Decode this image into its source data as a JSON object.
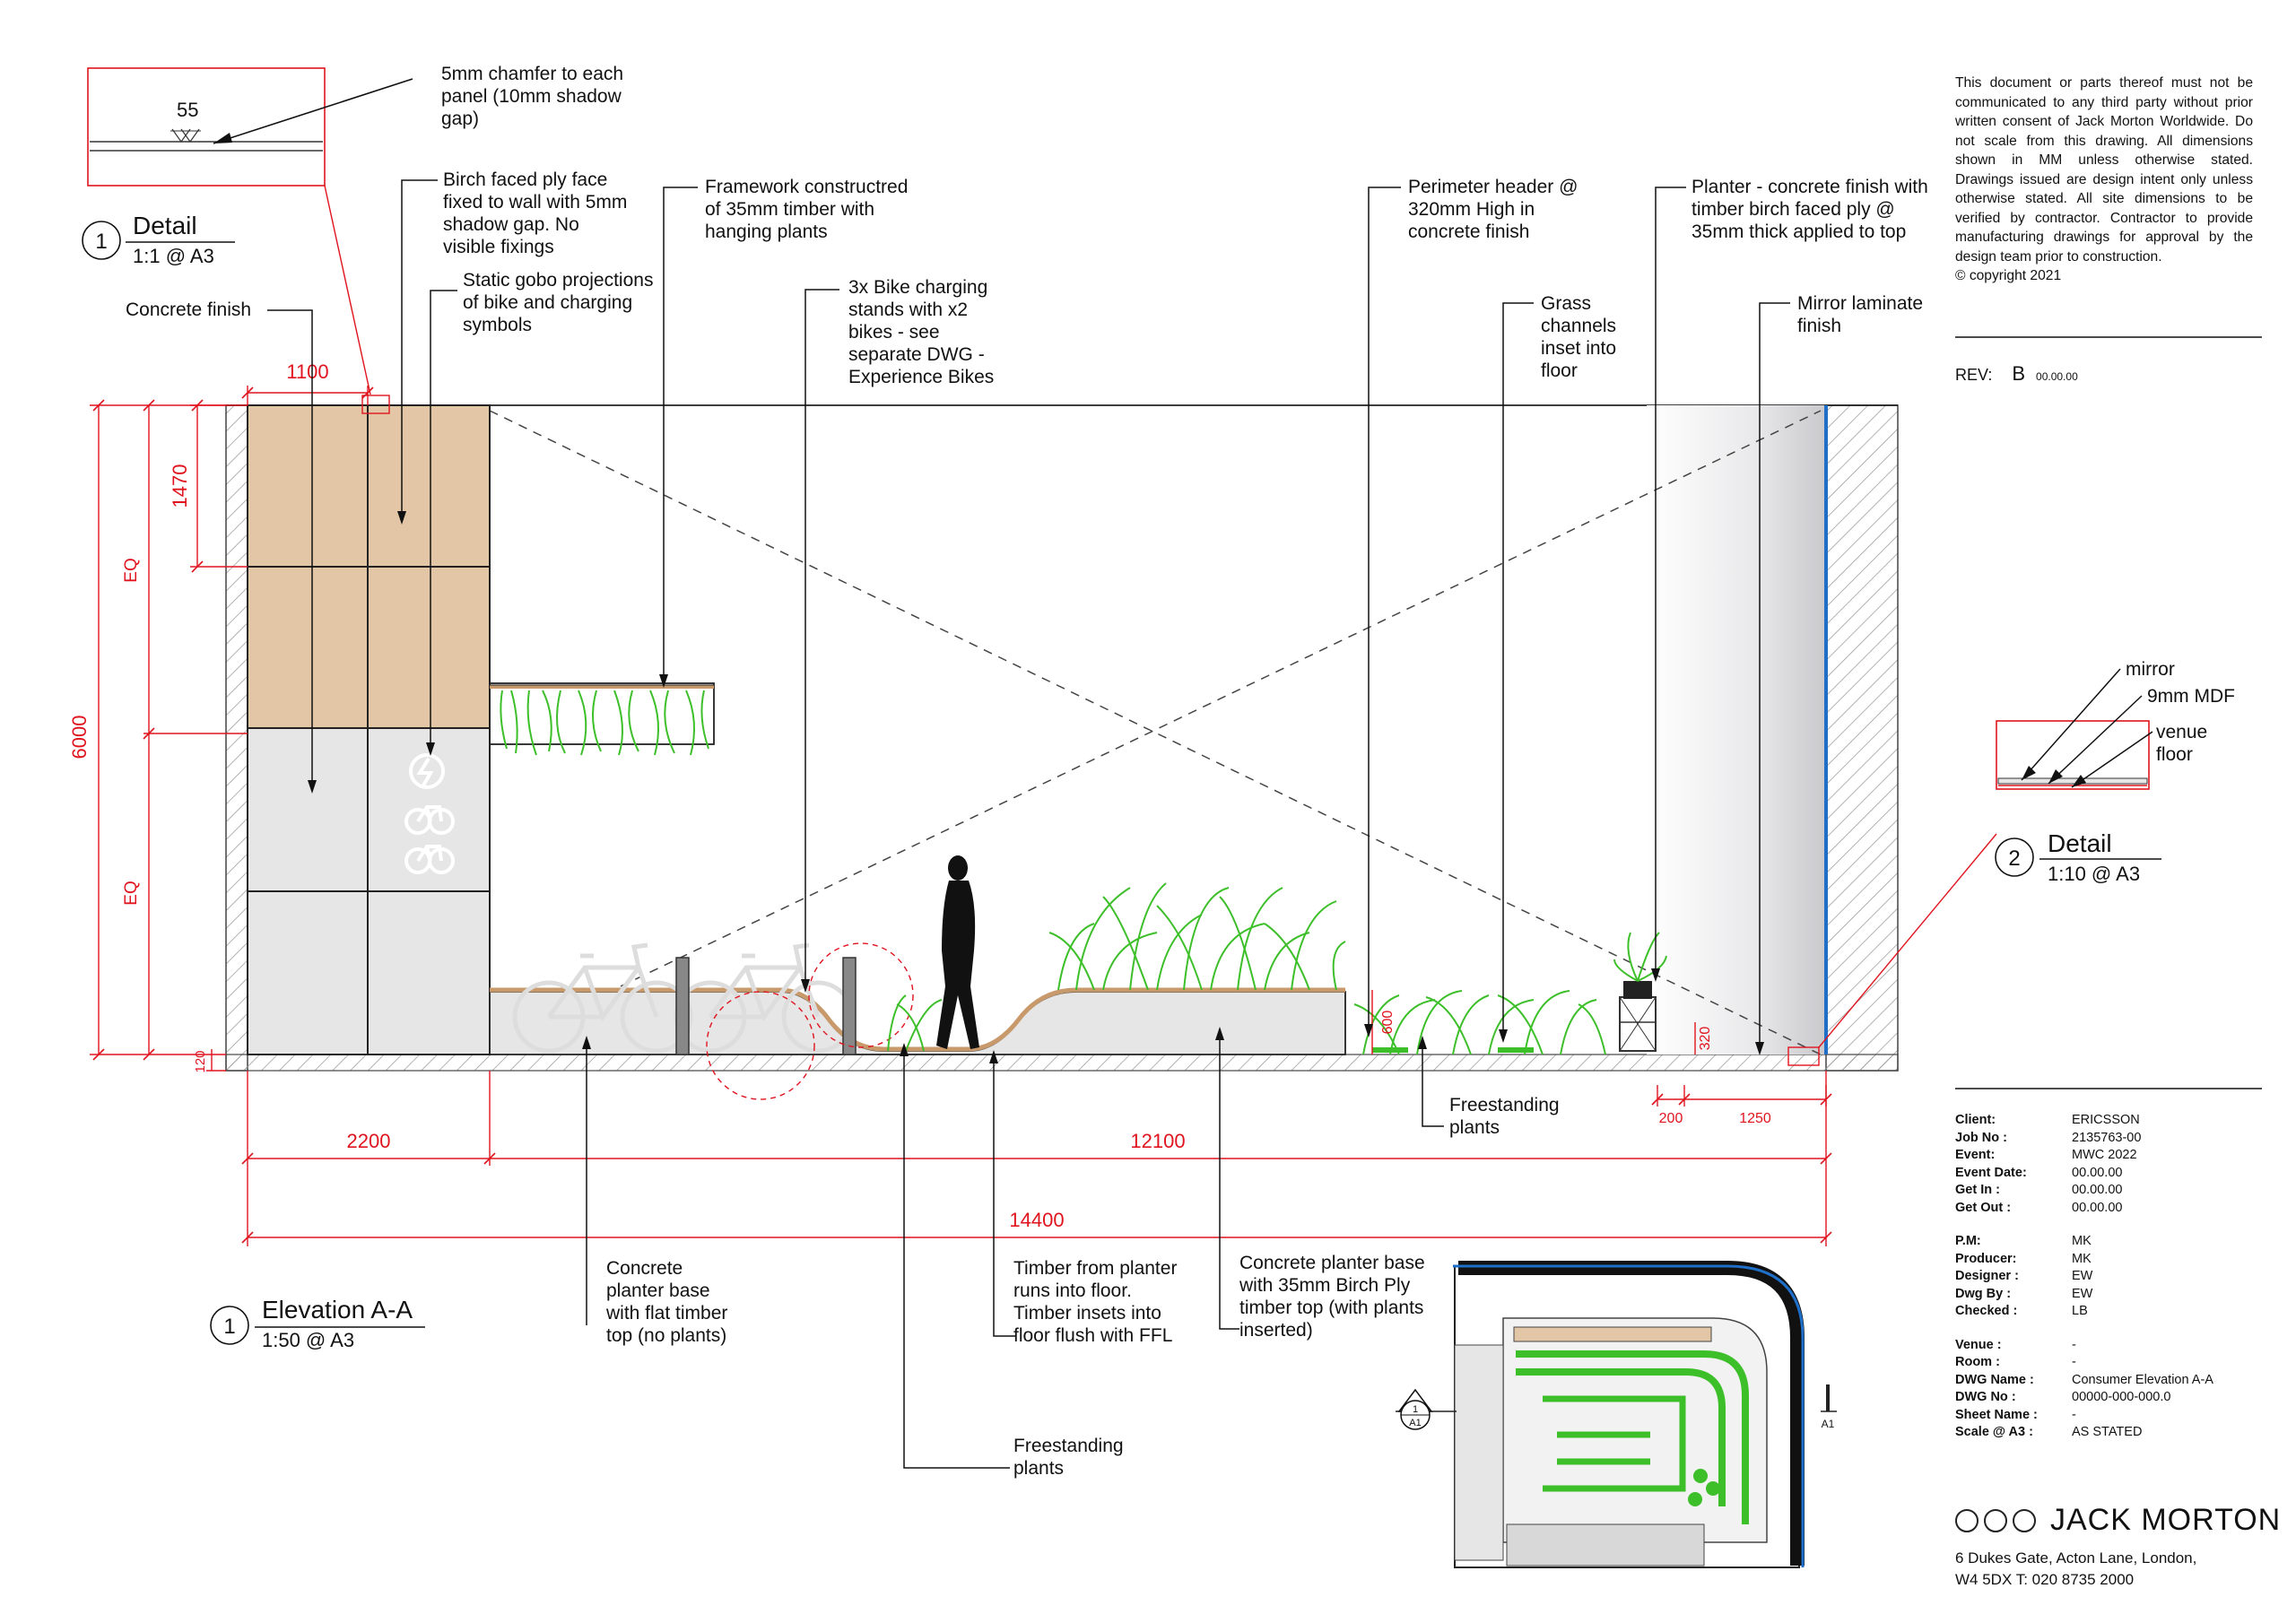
{
  "notes": {
    "chamfer": [
      "5mm chamfer to each",
      "panel (10mm shadow",
      "gap)"
    ],
    "birch_ply": [
      "Birch faced ply face",
      "fixed to wall with 5mm",
      "shadow gap. No",
      "visible fixings"
    ],
    "framework": [
      "Framework constructred",
      "of 35mm timber with",
      "hanging plants"
    ],
    "gobo": [
      "Static gobo projections",
      "of bike and charging",
      "symbols"
    ],
    "concrete_finish": [
      "Concrete finish"
    ],
    "bike_stands": [
      "3x Bike charging",
      "stands with x2",
      "bikes - see",
      "separate DWG -",
      "Experience Bikes"
    ],
    "perimeter_header": [
      "Perimeter header @",
      "320mm High in",
      "concrete finish"
    ],
    "planter_concrete": [
      "Planter - concrete finish with",
      "timber birch faced ply @",
      "35mm thick applied to top"
    ],
    "grass_channels": [
      "Grass",
      "channels",
      "inset into",
      "floor"
    ],
    "mirror_laminate": [
      "Mirror laminate",
      "finish"
    ],
    "freestanding_right": [
      "Freestanding",
      "plants"
    ],
    "concrete_base_flat": [
      "Concrete",
      "planter base",
      "with flat timber",
      "top (no plants)"
    ],
    "timber_floor": [
      "Timber from planter",
      "runs into floor.",
      "Timber insets into",
      "floor flush with FFL"
    ],
    "concrete_base_birch": [
      "Concrete planter base",
      "with 35mm Birch Ply",
      "timber top (with plants",
      "inserted)"
    ],
    "freestanding_bottom": [
      "Freestanding",
      "plants"
    ],
    "mirror": [
      "mirror"
    ],
    "mdf": [
      "9mm MDF"
    ],
    "venue_floor": [
      "venue",
      "floor"
    ]
  },
  "detail1": {
    "number": "1",
    "title": "Detail",
    "scale": "1:1 @ A3",
    "dim": "55"
  },
  "detail2": {
    "number": "2",
    "title": "Detail",
    "scale": "1:10 @ A3"
  },
  "elevation": {
    "number": "1",
    "title": "Elevation A-A",
    "scale": "1:50 @ A3"
  },
  "dims": {
    "d1100": "1100",
    "d1470": "1470",
    "d6000": "6000",
    "eq": "EQ",
    "d120": "120",
    "d2200": "2200",
    "d12100": "12100",
    "d14400": "14400",
    "d600": "600",
    "d320": "320",
    "d200": "200",
    "d1250": "1250"
  },
  "plan_markers": {
    "section": "A1",
    "sheet": "1",
    "arrow": "A1"
  },
  "disclaimer": "This document or parts thereof must not be communicated to any third party without prior written consent of Jack Morton Worldwide. Do not scale from this drawing. All dimensions shown in MM unless otherwise stated. Drawings issued are design intent only unless otherwise stated. All site dimensions to be verified by contractor. Contractor to provide manufacturing drawings for approval by the design team prior to construction.",
  "copyright": "© copyright 2021",
  "revision": {
    "label": "REV:",
    "value": "B",
    "date": "00.00.00"
  },
  "title_block": [
    {
      "k": "Client:",
      "v": "ERICSSON"
    },
    {
      "k": "Job No :",
      "v": "2135763-00"
    },
    {
      "k": "Event:",
      "v": "MWC 2022"
    },
    {
      "k": "Event Date:",
      "v": "00.00.00"
    },
    {
      "k": "Get In :",
      "v": "00.00.00"
    },
    {
      "k": "Get Out :",
      "v": "00.00.00"
    },
    {
      "gap": true
    },
    {
      "k": "P.M:",
      "v": "MK"
    },
    {
      "k": "Producer:",
      "v": "MK"
    },
    {
      "k": "Designer :",
      "v": "EW"
    },
    {
      "k": "Dwg By :",
      "v": "EW"
    },
    {
      "k": "Checked :",
      "v": "LB"
    },
    {
      "gap": true
    },
    {
      "k": "Venue :",
      "v": "-"
    },
    {
      "k": "Room :",
      "v": "-"
    },
    {
      "k": "DWG Name :",
      "v": "Consumer Elevation A-A"
    },
    {
      "k": "DWG No :",
      "v": "00000-000-000.0"
    },
    {
      "k": "Sheet Name :",
      "v": "-"
    },
    {
      "k": "Scale @ A3 :",
      "v": "AS STATED"
    }
  ],
  "company": "JACK MORTON",
  "address": [
    "6 Dukes Gate, Acton Lane, London,",
    "W4 5DX   T: 020 8735 2000"
  ],
  "colors": {
    "dimension": "#e0141e",
    "birch": "#e3c6a6",
    "panel": "#e6e6e6",
    "plant": "#3dbf2a",
    "mirror_edge": "#1f6fc9"
  }
}
